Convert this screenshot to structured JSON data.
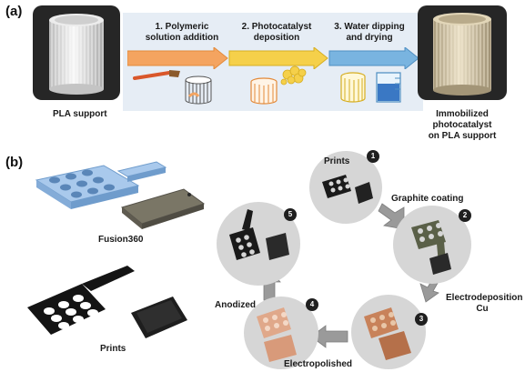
{
  "panel_a": {
    "letter": "(a)",
    "left_caption": "PLA support",
    "right_caption_line1": "Immobilized photocatalyst",
    "right_caption_line2": "on PLA support",
    "steps": [
      {
        "line1": "1. Polymeric",
        "line2": "solution addition"
      },
      {
        "line1": "2. Photocatalyst",
        "line2": "deposition"
      },
      {
        "line1": "3. Water dipping",
        "line2": "and drying"
      }
    ],
    "colors": {
      "band": "#e6edf5",
      "arrow_orange": "#f4a460",
      "arrow_yellow": "#f5d04a",
      "arrow_blue": "#79b4e0"
    }
  },
  "panel_b": {
    "letter": "(b)",
    "fusion_label": "Fusion360",
    "prints_label": "Prints",
    "cycle_labels": {
      "prints": "Prints",
      "graphite": "Graphite coating",
      "electrodeposition_line1": "Electrodeposition",
      "electrodeposition_line2": "Cu",
      "electropolished": "Electropolished",
      "anodized": "Anodized"
    },
    "step_numbers": [
      "1",
      "2",
      "3",
      "4",
      "5"
    ],
    "colors": {
      "cad_blue": "#8fb6e0",
      "circle_gray": "#d6d6d6",
      "arrow_gray": "#9a9a9a"
    }
  }
}
